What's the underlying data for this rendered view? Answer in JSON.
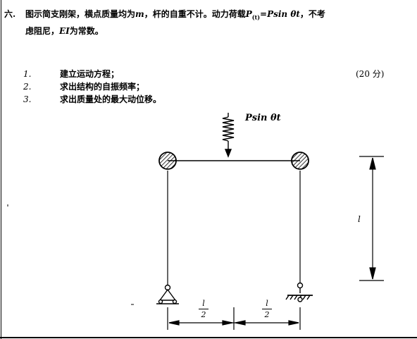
{
  "problem": {
    "number": "六.",
    "line1_a": "图示简支刚架，横点质量均为",
    "mass_symbol": "m",
    "line1_b": "，杆的自重不计。动力荷载",
    "load_P": "P",
    "load_sub": "(t)",
    "load_eq": "=Psin θt",
    "line1_c": "，不考",
    "line2_a": "虑阻尼，",
    "EI": "EI",
    "line2_b": "为常数。"
  },
  "tasks": [
    {
      "num": "1.",
      "text": "建立运动方程；"
    },
    {
      "num": "2.",
      "text": "求出结构的自振频率；"
    },
    {
      "num": "3.",
      "text": "求出质量处的最大动位移。"
    }
  ],
  "score": "(20 分)",
  "diagram": {
    "load_label": "Psin θt",
    "height_label": "l",
    "span_num": "l",
    "span_den": "2"
  }
}
